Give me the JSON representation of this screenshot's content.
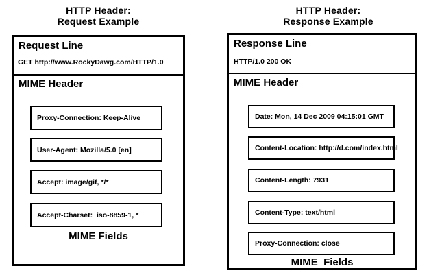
{
  "request_panel": {
    "title_line1": "HTTP Header:",
    "title_line2": "Request Example",
    "start_line_heading": "Request Line",
    "start_line_value": "GET http://www.RockyDawg.com/HTTP/1.0",
    "mime_header_heading": "MIME Header",
    "fields": [
      "Proxy-Connection: Keep-Alive",
      "User-Agent: Mozilla/5.0 [en]",
      "Accept: image/gif, */*",
      "Accept-Charset:  iso-8859-1, *"
    ],
    "fields_label": "MIME Fields"
  },
  "response_panel": {
    "title_line1": "HTTP Header:",
    "title_line2": "Response Example",
    "start_line_heading": "Response Line",
    "start_line_value": "HTTP/1.0 200 OK",
    "mime_header_heading": "MIME Header",
    "fields": [
      "Date: Mon, 14 Dec 2009 04:15:01 GMT",
      "Content-Location: http://d.com/index.html",
      "Content-Length: 7931",
      "Content-Type: text/html",
      "Proxy-Connection: close"
    ],
    "fields_label": "MIME  Fields"
  },
  "colors": {
    "background": "#ffffff",
    "ink": "#000000"
  }
}
